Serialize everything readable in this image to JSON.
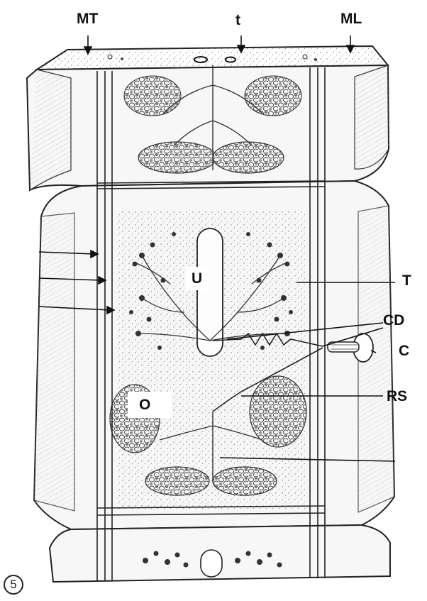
{
  "figure": {
    "number": "5",
    "labels": {
      "MT": "MT",
      "t": "t",
      "ML": "ML",
      "U": "U",
      "T": "T",
      "CD": "CD",
      "C": "C",
      "O": "O",
      "RS": "RS"
    }
  }
}
